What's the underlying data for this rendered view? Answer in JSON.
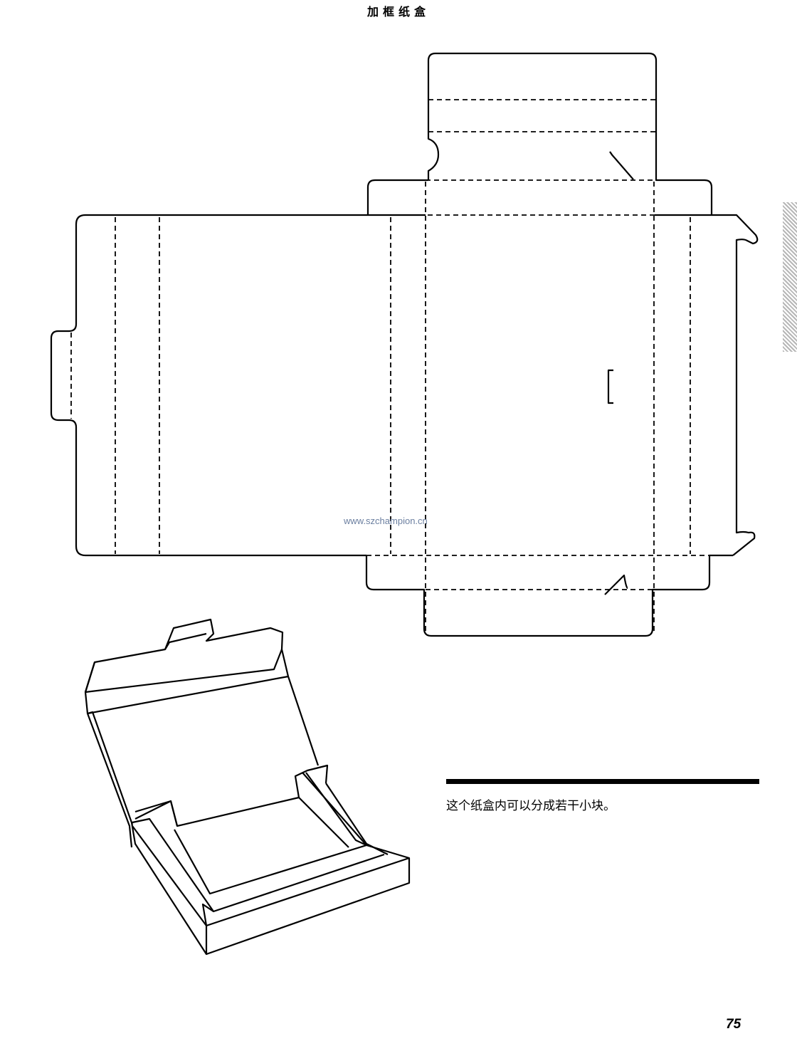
{
  "header": {
    "title": "加框纸盒"
  },
  "diagram": {
    "watermark": "www.szchampion.cn"
  },
  "caption": {
    "text": "这个纸盒内可以分成若干小块。"
  },
  "footer": {
    "page_number": "75"
  }
}
